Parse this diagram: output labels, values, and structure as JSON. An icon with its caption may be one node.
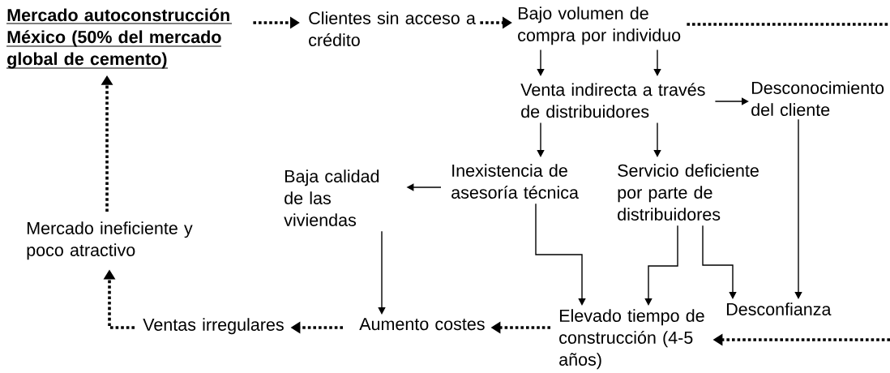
{
  "diagram": {
    "nodes": [
      {
        "text": [
          "Mercado autoconstrucción México (50% del mercado global de cemento)"
        ]
      },
      {
        "text": [
          "Clientes sin acceso a crédito"
        ]
      },
      {
        "text": [
          "Bajo volumen de compra por individuo"
        ]
      },
      {
        "text": [
          "Venta indirecta a través de distribuidores"
        ]
      },
      {
        "text": [
          "Desconocimiento del cliente"
        ]
      },
      {
        "text": [
          "Baja calidad de las viviendas"
        ]
      },
      {
        "text": [
          "Inexistencia de asesoría técnica"
        ]
      },
      {
        "text": [
          "Servicio deficiente por parte de distribuidores"
        ]
      },
      {
        "text": [
          "Mercado ineficiente y poco atractivo"
        ]
      },
      {
        "text": [
          "Aumento costes"
        ]
      },
      {
        "text": [
          "Elevado tiempo de construcción (4-5 años)"
        ]
      },
      {
        "text": [
          "Desconfianza"
        ]
      },
      {
        "text": [
          "Ventas irregulares"
        ]
      }
    ],
    "edges": [
      {
        "from": 0,
        "to": 1,
        "arrow": "to",
        "style": "dashed"
      },
      {
        "from": 1,
        "to": 2,
        "arrow": "to",
        "style": "dashed"
      },
      {
        "from": 2,
        "to": null,
        "arrow": "none",
        "style": "dashed"
      },
      {
        "from": null,
        "to": 10,
        "arrow": "to",
        "style": "dashed"
      },
      {
        "from": 2,
        "to": 3,
        "arrow": "to"
      },
      {
        "from": 2,
        "to": 3,
        "arrow": "to"
      },
      {
        "from": 3,
        "to": 4,
        "arrow": "to"
      },
      {
        "from": 3,
        "to": 6,
        "arrow": "to"
      },
      {
        "from": 3,
        "to": 7,
        "arrow": "to"
      },
      {
        "from": 6,
        "to": 5,
        "arrow": "to"
      },
      {
        "from": 4,
        "to": 11,
        "arrow": "to"
      },
      {
        "from": 5,
        "to": 9,
        "arrow": "to"
      },
      {
        "from": 6,
        "to": 10,
        "arrow": "to"
      },
      {
        "from": 7,
        "to": 10,
        "arrow": "to"
      },
      {
        "from": 7,
        "to": 11,
        "arrow": "to"
      },
      {
        "from": 10,
        "to": 9,
        "arrow": "to",
        "style": "dashed"
      },
      {
        "from": 9,
        "to": 12,
        "arrow": "to",
        "style": "dashed"
      },
      {
        "from": 12,
        "to": 8,
        "arrow": "to",
        "style": "dashed"
      },
      {
        "from": 8,
        "to": 0,
        "arrow": "to",
        "style": "dashed"
      }
    ]
  }
}
